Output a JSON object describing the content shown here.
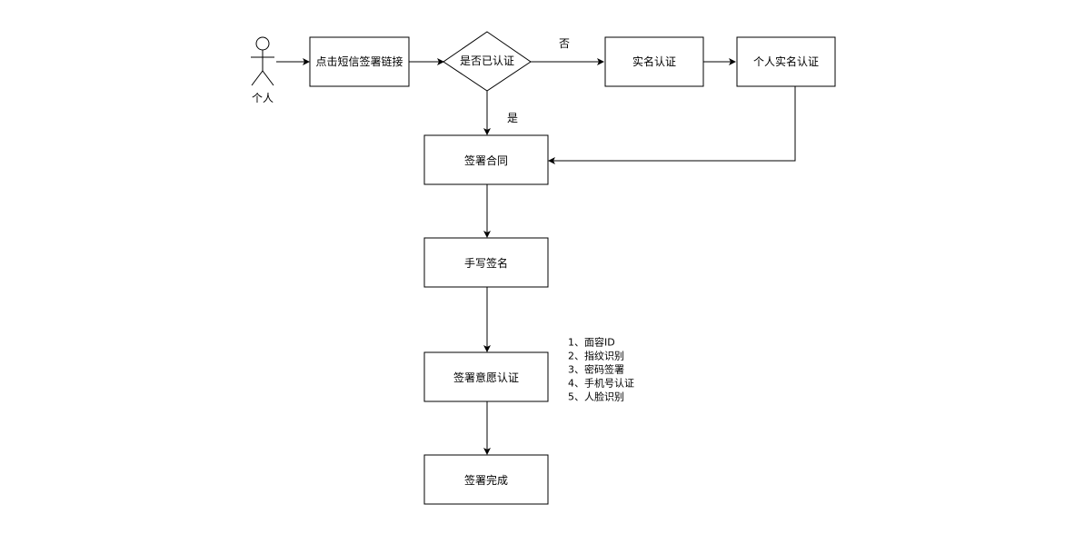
{
  "actor": {
    "label": "个人"
  },
  "nodes": {
    "click_link": "点击短信签署链接",
    "is_verified": "是否已认证",
    "real_name": "实名认证",
    "personal_real_name": "个人实名认证",
    "sign_contract": "签署合同",
    "handwritten": "手写签名",
    "willingness": "签署意愿认证",
    "done": "签署完成"
  },
  "edge_labels": {
    "no": "否",
    "yes": "是"
  },
  "methods_note": [
    "1、面容ID",
    "2、指纹识别",
    "3、密码签署",
    "4、手机号认证",
    "5、人脸识别"
  ]
}
